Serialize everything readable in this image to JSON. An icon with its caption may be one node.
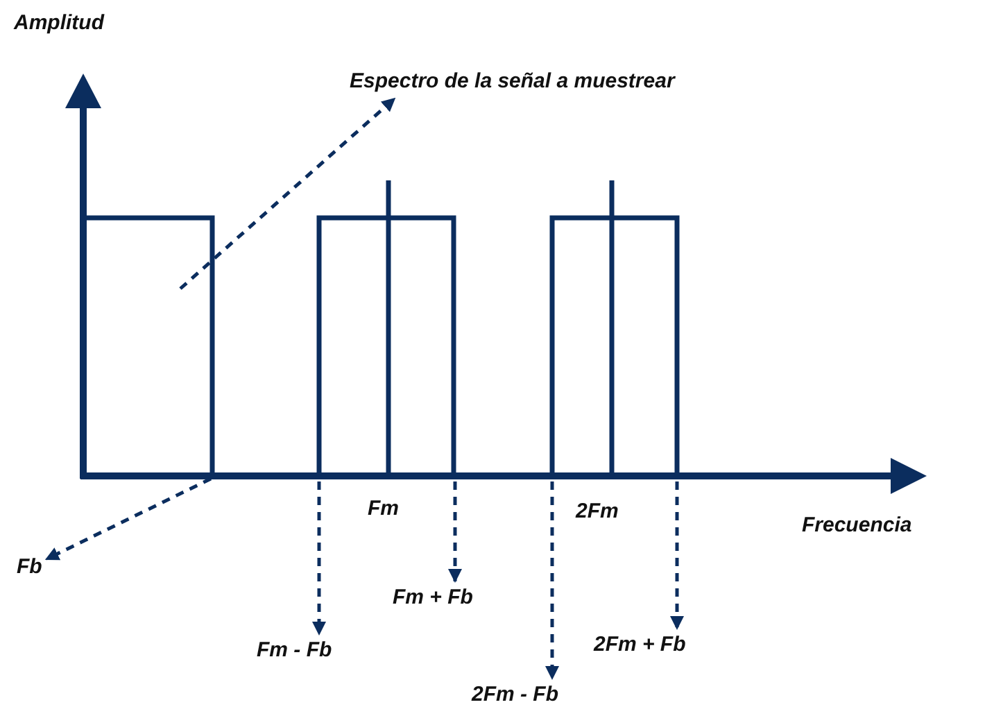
{
  "diagram": {
    "nodes": [
      {
        "text": [
          "Espectro de la señal a muestrear"
        ]
      },
      {
        "text": [
          "Fb"
        ]
      },
      {
        "text": [
          "Fm - Fb"
        ]
      },
      {
        "text": [
          "Fm + Fb"
        ]
      },
      {
        "text": [
          "2Fm - Fb"
        ]
      },
      {
        "text": [
          "2Fm + Fb"
        ]
      }
    ],
    "edges": [
      {
        "from": null,
        "to": 0,
        "arrow": "to",
        "style": "dashed"
      },
      {
        "from": null,
        "to": 1,
        "arrow": "to",
        "style": "dashed"
      },
      {
        "from": null,
        "to": 2,
        "arrow": "to",
        "style": "dashed"
      },
      {
        "from": null,
        "to": 3,
        "arrow": "to",
        "style": "dashed"
      },
      {
        "from": null,
        "to": 4,
        "arrow": "to",
        "style": "dashed"
      },
      {
        "from": null,
        "to": 5,
        "arrow": "to",
        "style": "dashed"
      }
    ],
    "labels": [
      "Amplitud",
      "Fm",
      "2Fm",
      "Frecuencia"
    ]
  }
}
